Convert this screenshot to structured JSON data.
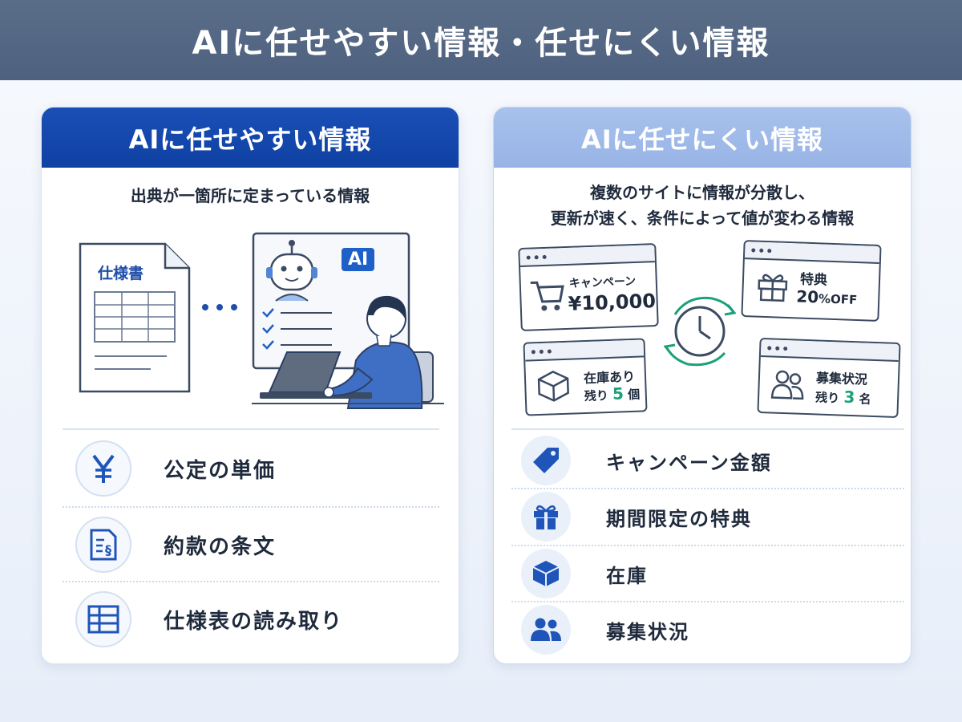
{
  "title": "AIに任せやすい情報・任せにくい情報",
  "left": {
    "heading": "AIに任せやすい情報",
    "subtitle": "出典が一箇所に定まっている情報",
    "doc_label": "仕様書",
    "ai_badge": "AI",
    "items": [
      {
        "label": "公定の単価",
        "icon": "yen-icon"
      },
      {
        "label": "約款の条文",
        "icon": "document-clause-icon"
      },
      {
        "label": "仕様表の読み取り",
        "icon": "table-icon"
      }
    ]
  },
  "right": {
    "heading": "AIに任せにくい情報",
    "subtitle_line1": "複数のサイトに情報が分散し、",
    "subtitle_line2": "更新が速く、条件によって値が変わる情報",
    "windows": {
      "campaign_label": "キャンペーン",
      "campaign_value": "¥10,000",
      "benefit_label": "特典",
      "benefit_value": "20",
      "benefit_unit": "%OFF",
      "stock_label": "在庫あり",
      "stock_prefix": "残り",
      "stock_value": "5",
      "stock_unit": "個",
      "recruit_label": "募集状況",
      "recruit_prefix": "残り",
      "recruit_value": "3",
      "recruit_unit": "名"
    },
    "items": [
      {
        "label": "キャンペーン金額",
        "icon": "price-tag-icon"
      },
      {
        "label": "期間限定の特典",
        "icon": "gift-icon"
      },
      {
        "label": "在庫",
        "icon": "box-icon"
      },
      {
        "label": "募集状況",
        "icon": "people-icon"
      }
    ]
  },
  "colors": {
    "header_bg": "#52657f",
    "left_head": "#1448ad",
    "right_head": "#a0bae9",
    "accent_green": "#1aa17a",
    "icon_blue": "#1f55b8"
  }
}
